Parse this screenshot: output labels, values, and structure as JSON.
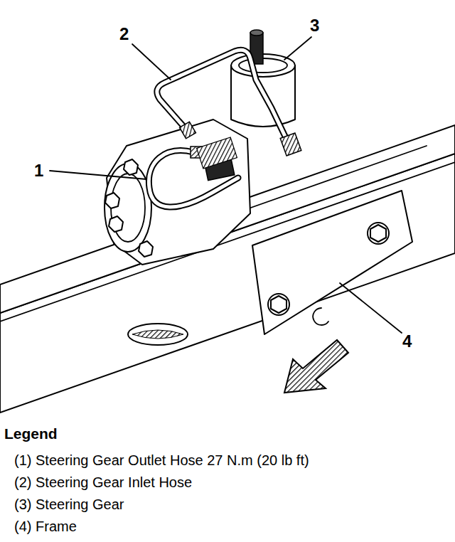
{
  "diagram": {
    "labels": [
      "2",
      "3",
      "1",
      "4",
      "Legend"
    ],
    "legend": [
      {
        "text": "(1) Steering Gear Outlet Hose 27 N.m (20 lb ft)"
      },
      {
        "text": "(2) Steering Gear Inlet Hose"
      },
      {
        "text": "(3) Steering Gear"
      },
      {
        "text": "(4) Frame"
      }
    ]
  }
}
